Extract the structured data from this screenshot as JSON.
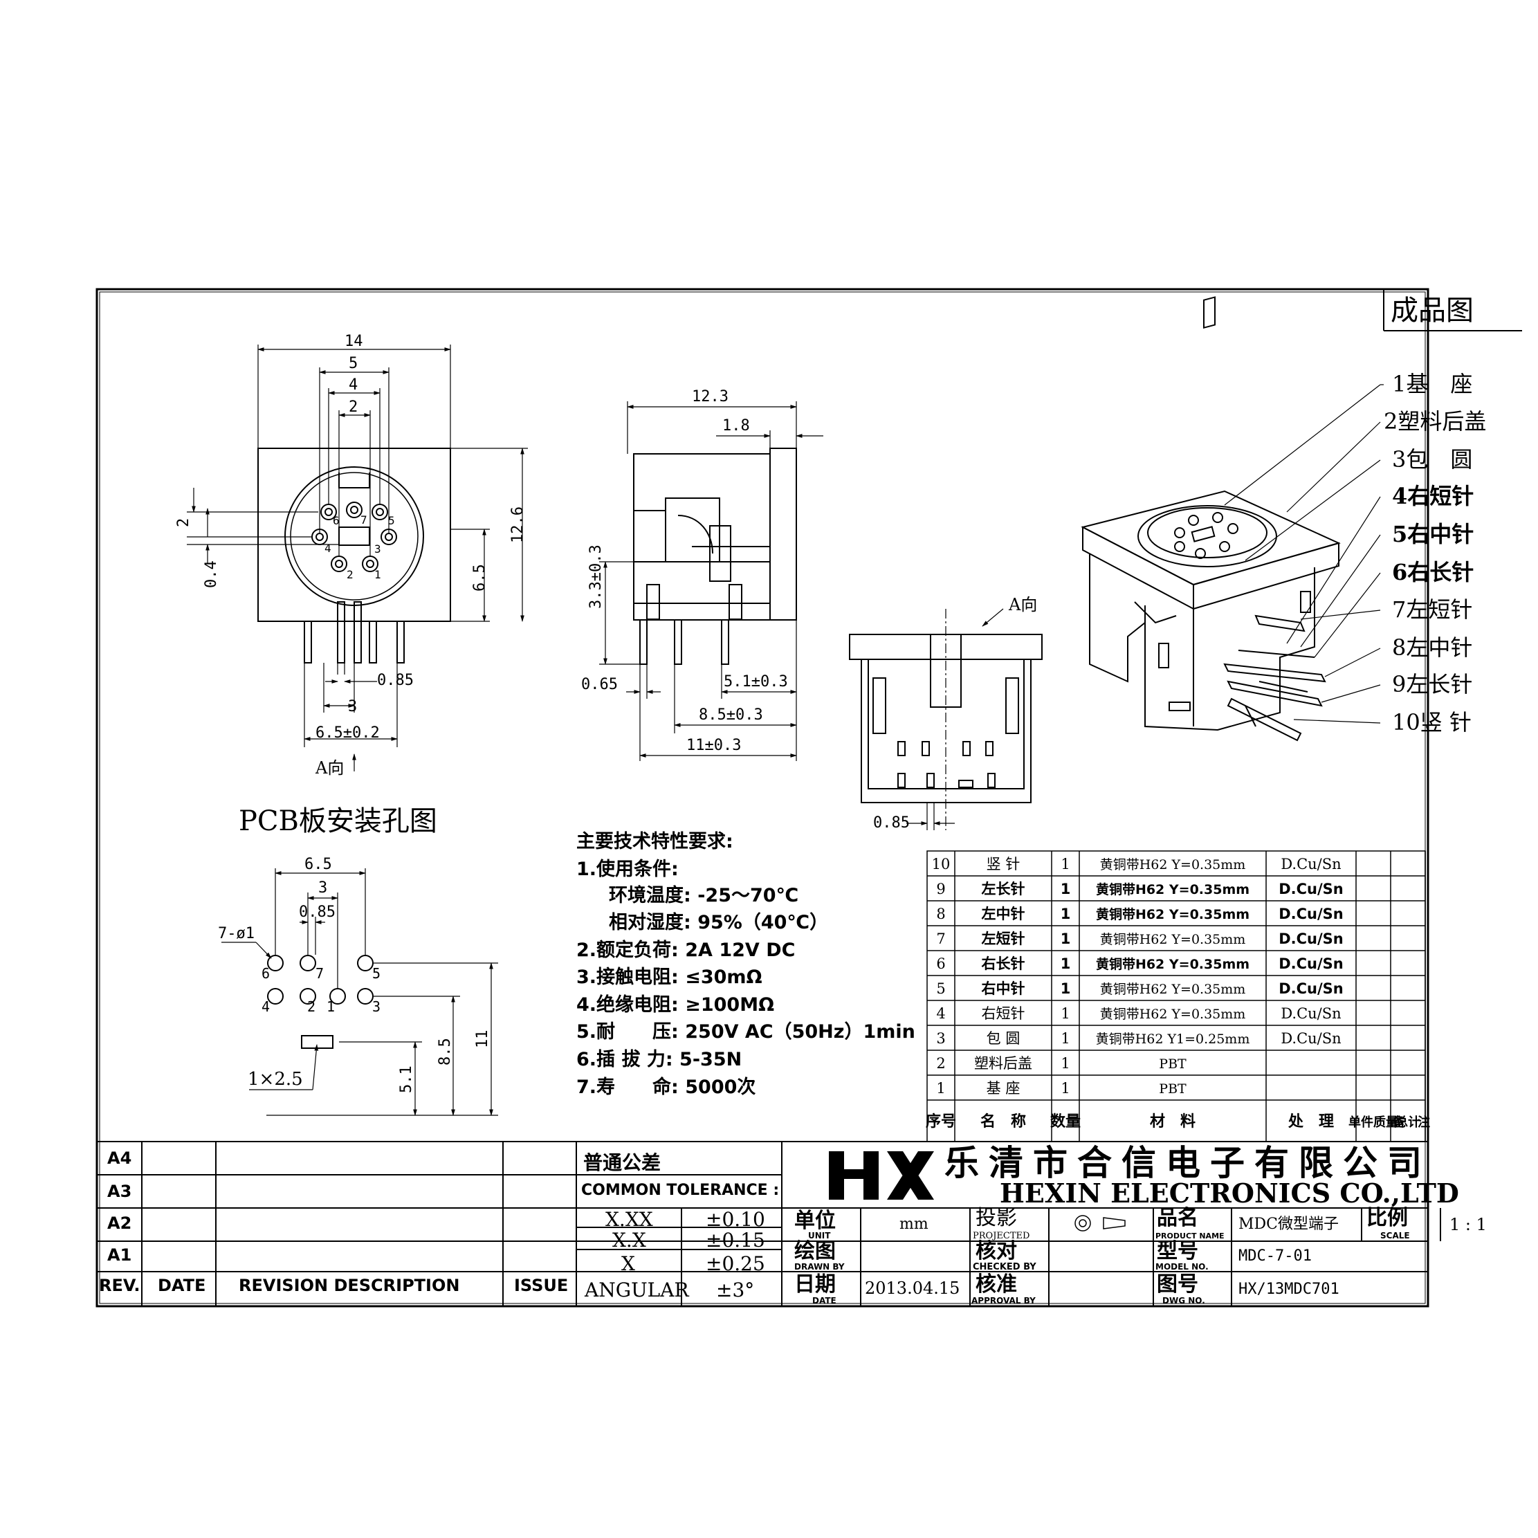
{
  "drawing": {
    "title_stamp": "成品图",
    "pcb_title": "PCB板安装孔图",
    "front_view": {
      "dims": [
        "14",
        "5",
        "4",
        "2",
        "2",
        "0.4",
        "6.5",
        "12.6",
        "0.85",
        "3",
        "6.5±0.2"
      ],
      "pins": [
        "6",
        "7",
        "5",
        "4",
        "3",
        "2",
        "1"
      ],
      "direction": "A向"
    },
    "side_view": {
      "dims": [
        "12.3",
        "1.8",
        "3.3±0.3",
        "0.65",
        "5.1±0.3",
        "8.5±0.3",
        "11±0.3"
      ]
    },
    "bottom_view": {
      "direction": "A向",
      "dims": [
        "0.85"
      ]
    },
    "pcb_view": {
      "dims": [
        "6.5",
        "3",
        "0.85",
        "7-ø1",
        "1×2.5",
        "5.1",
        "8.5",
        "11"
      ],
      "pins": [
        "6",
        "7",
        "5",
        "4",
        "2",
        "1",
        "3"
      ]
    },
    "callouts": [
      {
        "label": "1基　座",
        "bold": false
      },
      {
        "label": "2塑料后盖",
        "bold": false
      },
      {
        "label": "3包　圆",
        "bold": false
      },
      {
        "label": "4右短针",
        "bold": true
      },
      {
        "label": "5右中针",
        "bold": true
      },
      {
        "label": "6右长针",
        "bold": true
      },
      {
        "label": "7左短针",
        "bold": false
      },
      {
        "label": "8左中针",
        "bold": false
      },
      {
        "label": "9左长针",
        "bold": false
      },
      {
        "label": "10竖 针",
        "bold": false
      }
    ]
  },
  "specs": {
    "heading": "主要技术特性要求:",
    "lines": [
      "1.使用条件:",
      "环境温度: -25～70℃",
      "相对湿度: 95%（40℃）",
      "2.额定负荷: 2A 12V DC",
      "3.接触电阻: ≤30mΩ",
      "4.绝缘电阻: ≥100MΩ",
      "5.耐　　压: 250V AC（50Hz）1min",
      "6.插 拔 力: 5-35N",
      "7.寿　　命: 5000次"
    ]
  },
  "bom": {
    "headers": [
      "序号",
      "名　称",
      "数量",
      "材　料",
      "处　理",
      "单件质量",
      "总计",
      "备　注"
    ],
    "rows": [
      [
        "10",
        "竖 针",
        "1",
        "黄铜带H62 Y=0.35mm",
        "D.Cu/Sn"
      ],
      [
        "9",
        "左长针",
        "1",
        "黄铜带H62 Y=0.35mm",
        "D.Cu/Sn"
      ],
      [
        "8",
        "左中针",
        "1",
        "黄铜带H62 Y=0.35mm",
        "D.Cu/Sn"
      ],
      [
        "7",
        "左短针",
        "1",
        "黄铜带H62 Y=0.35mm",
        "D.Cu/Sn"
      ],
      [
        "6",
        "右长针",
        "1",
        "黄铜带H62 Y=0.35mm",
        "D.Cu/Sn"
      ],
      [
        "5",
        "右中针",
        "1",
        "黄铜带H62 Y=0.35mm",
        "D.Cu/Sn"
      ],
      [
        "4",
        "右短针",
        "1",
        "黄铜带H62 Y=0.35mm",
        "D.Cu/Sn"
      ],
      [
        "3",
        "包 圆",
        "1",
        "黄铜带H62 Y1=0.25mm",
        "D.Cu/Sn"
      ],
      [
        "2",
        "塑料后盖",
        "1",
        "PBT",
        ""
      ],
      [
        "1",
        "基 座",
        "1",
        "PBT",
        ""
      ]
    ]
  },
  "revision": {
    "rows": [
      "A4",
      "A3",
      "A2",
      "A1"
    ],
    "headers": [
      "REV.",
      "DATE",
      "REVISION DESCRIPTION",
      "ISSUE"
    ]
  },
  "tolerance": {
    "title_cn": "普通公差",
    "title_en": "COMMON TOLERANCE :",
    "rows": [
      [
        "X.XX",
        "±0.10"
      ],
      [
        "X.X",
        "±0.15"
      ],
      [
        "X",
        "±0.25"
      ],
      [
        "ANGULAR",
        "±3°"
      ]
    ]
  },
  "company": {
    "logo": "HX",
    "name_cn": "乐清市合信电子有限公司",
    "name_en": "HEXIN ELECTRONICS CO.,LTD"
  },
  "title_block": {
    "unit_cn": "单位",
    "unit_en": "UNIT",
    "unit_value": "mm",
    "projected_cn": "投影",
    "projected_en": "PROJECTED",
    "product_cn": "品名",
    "product_en": "PRODUCT NAME",
    "product_value": "MDC微型端子",
    "scale_cn": "比例",
    "scale_en": "SCALE",
    "scale_value": "1 : 1",
    "drawn_cn": "绘图",
    "drawn_en": "DRAWN BY",
    "checked_cn": "核对",
    "checked_en": "CHECKED BY",
    "model_cn": "型号",
    "model_en": "MODEL NO.",
    "model_value": "MDC-7-01",
    "date_cn": "日期",
    "date_en": "DATE",
    "date_value": "2013.04.15",
    "approval_cn": "核准",
    "approval_en": "APPROVAL BY",
    "dwg_cn": "图号",
    "dwg_en": "DWG NO.",
    "dwg_value": "HX/13MDC701"
  }
}
